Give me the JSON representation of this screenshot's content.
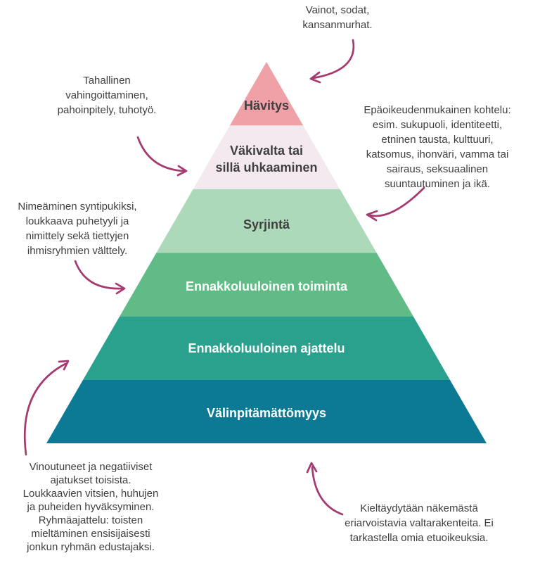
{
  "diagram": {
    "type": "pyramid",
    "background_color": "#ffffff",
    "arrow_color": "#a53a70",
    "text_color": "#3f3f3f",
    "levels": [
      {
        "label": "Hävitys",
        "lines": [
          "Hävitys"
        ],
        "color": "#f0a1a7",
        "label_color": "#3f3f3f"
      },
      {
        "label": "Väkivalta tai sillä uhkaaminen",
        "lines": [
          "Väkivalta tai",
          "sillä uhkaaminen"
        ],
        "color": "#f5e9f0",
        "label_color": "#3f3f3f"
      },
      {
        "label": "Syrjintä",
        "lines": [
          "Syrjintä"
        ],
        "color": "#acd9ba",
        "label_color": "#3f3f3f"
      },
      {
        "label": "Ennakkoluuloinen toiminta",
        "lines": [
          "Ennakkoluuloinen toiminta"
        ],
        "color": "#61bb86",
        "label_color": "#ffffff"
      },
      {
        "label": "Ennakkoluuloinen ajattelu",
        "lines": [
          "Ennakkoluuloinen ajattelu"
        ],
        "color": "#29a18d",
        "label_color": "#ffffff"
      },
      {
        "label": "Välinpitämättömyys",
        "lines": [
          "Välinpitämättömyys"
        ],
        "color": "#0c7a94",
        "label_color": "#ffffff"
      }
    ],
    "annotations": [
      {
        "id": "top",
        "text": "Vainot, sodat, kansanmurhat.",
        "lines": [
          "Vainot, sodat,",
          "kansanmurhat."
        ]
      },
      {
        "id": "left-upper",
        "text": "Tahallinen vahingoittaminen, pahoinpitely, tuhotyö.",
        "lines": [
          "Tahallinen",
          "vahingoittaminen,",
          "pahoinpitely, tuhotyö."
        ]
      },
      {
        "id": "right",
        "text": "Epäoikeudenmukainen kohtelu: esim. sukupuoli, identiteetti, etninen tausta, kulttuuri, katsomus, ihonväri, vamma tai sairaus, seksuaalinen suuntautuminen ja ikä.",
        "lines": [
          "Epäoikeudenmukainen kohtelu:",
          "esim. sukupuoli, identiteetti,",
          "etninen tausta, kulttuuri,",
          "katsomus, ihonväri, vamma tai",
          "sairaus, seksuaalinen",
          "suuntautuminen ja ikä."
        ]
      },
      {
        "id": "left-middle",
        "text": "Nimeäminen syntipukiksi, loukkaava puhetyyli ja nimittely sekä tiettyjen ihmisryhmien välttely.",
        "lines": [
          "Nimeäminen syntipukiksi,",
          "loukkaava puhetyyli ja",
          "nimittely sekä tiettyjen",
          "ihmisryhmien välttely."
        ]
      },
      {
        "id": "bottom-left",
        "text": "Vinoutuneet ja negatiiviset ajatukset toisista. Loukkaavien vitsien, huhujen ja puheiden hyväksyminen. Ryhmäajattelu: toisten mieltäminen ensisijaisesti jonkun ryhmän edustajaksi.",
        "lines": [
          "Vinoutuneet ja negatiiviset",
          "ajatukset toisista.",
          "Loukkaavien vitsien, huhujen",
          "ja puheiden hyväksyminen.",
          "Ryhmäajattelu: toisten",
          "mieltäminen ensisijaisesti",
          "jonkun ryhmän edustajaksi."
        ]
      },
      {
        "id": "bottom-right",
        "text": "Kieltäydytään näkemästä eriarvoistavia valtarakenteita. Ei tarkastella omia etuoikeuksia.",
        "lines": [
          "Kieltäydytään näkemästä",
          "eriarvoistavia valtarakenteita. Ei",
          "tarkastella omia etuoikeuksia."
        ]
      }
    ]
  }
}
